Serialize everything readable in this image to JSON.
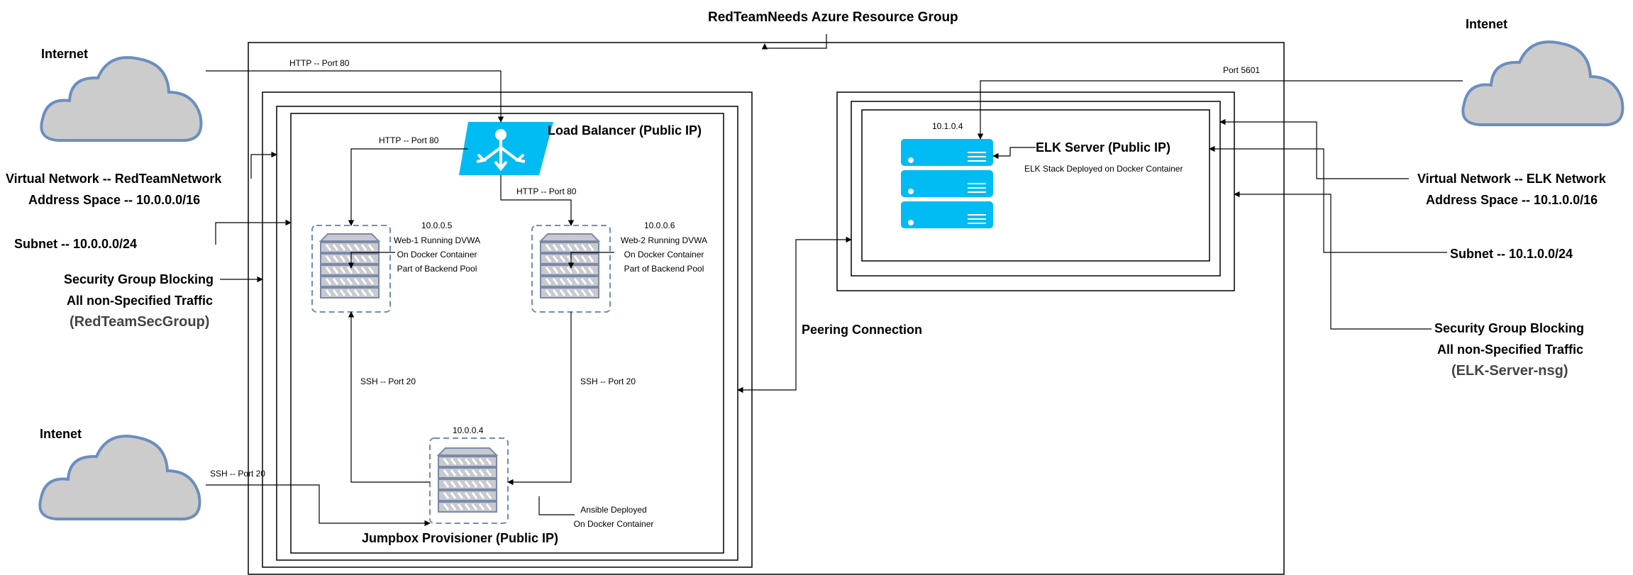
{
  "title": "RedTeamNeeds Azure Resource Group",
  "internet_labels": [
    "Internet",
    "Intenet",
    "Intenet"
  ],
  "left_side": {
    "vnet_line1": "Virtual Network -- RedTeamNetwork",
    "vnet_line2": "Address Space -- 10.0.0.0/16",
    "subnet": "Subnet -- 10.0.0.0/24",
    "sg_line1": "Security Group Blocking",
    "sg_line2": "All non-Specified Traffic",
    "sg_name": "(RedTeamSecGroup)"
  },
  "right_side": {
    "vnet_line1": "Virtual Network -- ELK Network",
    "vnet_line2": "Address Space -- 10.1.0.0/16",
    "subnet": "Subnet -- 10.1.0.0/24",
    "sg_line1": "Security Group Blocking",
    "sg_line2": "All non-Specified Traffic",
    "sg_name": "(ELK-Server-nsg)"
  },
  "connections": {
    "http_top": "HTTP -- Port 80",
    "http_left": "HTTP -- Port 80",
    "http_right": "HTTP -- Port 80",
    "port_5601": "Port 5601",
    "ssh_left": "SSH  -- Port 20",
    "ssh_right": "SSH  -- Port 20",
    "ssh_internet": "SSH -- Port 20",
    "peering": "Peering Connection"
  },
  "load_balancer": {
    "label": "Load Balancer (Public IP)"
  },
  "web1": {
    "ip": "10.0.0.5",
    "line1": "Web-1 Running DVWA",
    "line2": "On Docker Container",
    "line3": "Part of Backend Pool"
  },
  "web2": {
    "ip": "10.0.0.6",
    "line1": "Web-2 Running DVWA",
    "line2": "On Docker Container",
    "line3": "Part of Backend Pool"
  },
  "jumpbox": {
    "ip": "10.0.0.4",
    "label": "Jumpbox Provisioner (Public IP)",
    "note1": "Ansible Deployed",
    "note2": "On Docker Container"
  },
  "elk": {
    "ip": "10.1.0.4",
    "label": "ELK Server (Public IP)",
    "note": "ELK Stack Deployed on Docker Container"
  },
  "colors": {
    "azure": "#00bcf2",
    "cloud_fill": "#cccccc",
    "cloud_stroke": "#6c8ebf",
    "server_fill": "#c8cad0",
    "server_stroke": "#7b8aa8",
    "dashed": "#6c8ebf"
  },
  "icons": [
    "cloud-icon",
    "load-balancer-icon",
    "server-rack-icon",
    "server-stack-icon"
  ]
}
